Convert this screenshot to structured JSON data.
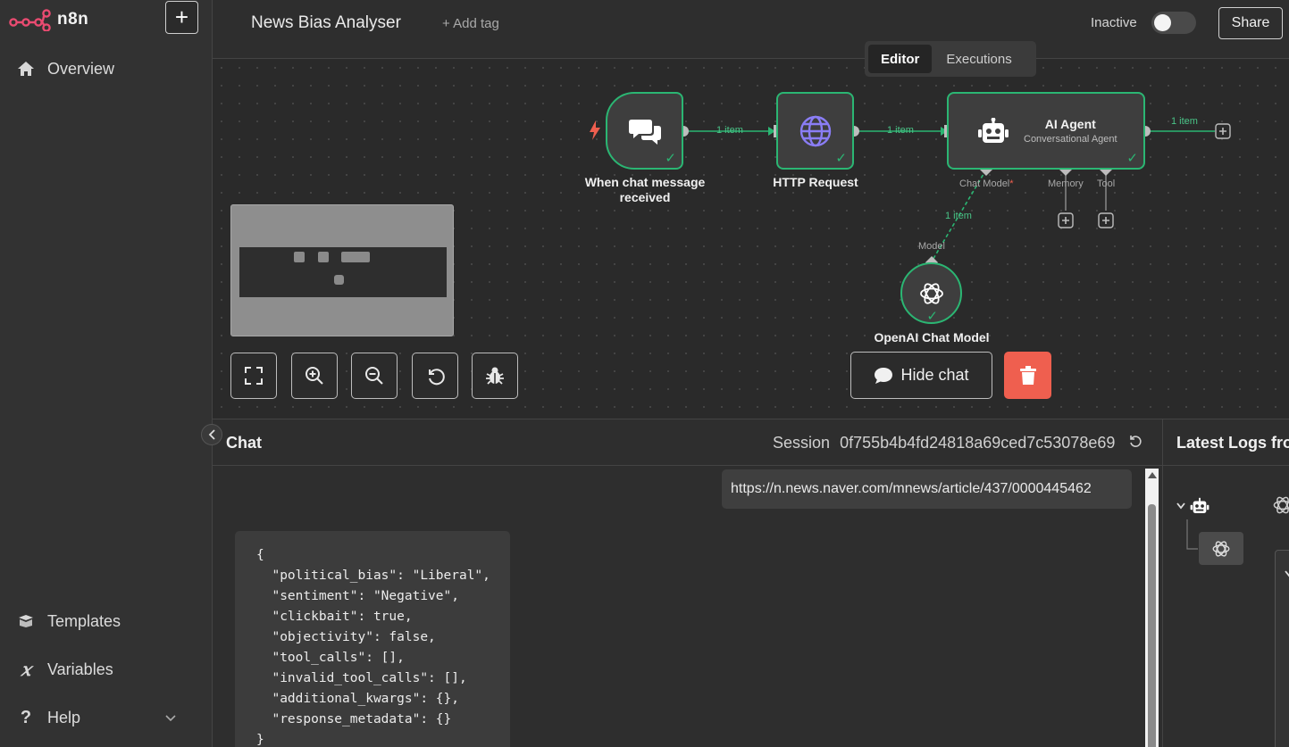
{
  "app": {
    "name": "n8n"
  },
  "sidebar": {
    "add_label": "+",
    "items": [
      {
        "label": "Overview"
      },
      {
        "label": "Templates"
      },
      {
        "label": "Variables"
      },
      {
        "label": "Help"
      }
    ]
  },
  "header": {
    "title": "News Bias Analyser",
    "add_tag": "+ Add tag",
    "status": "Inactive",
    "share": "Share",
    "tabs": [
      {
        "label": "Editor"
      },
      {
        "label": "Executions"
      }
    ]
  },
  "canvas": {
    "nodes": [
      {
        "label": "When chat message received"
      },
      {
        "label": "HTTP Request"
      },
      {
        "label": "AI Agent",
        "sublabel": "Conversational Agent"
      },
      {
        "label": "OpenAI Chat Model"
      }
    ],
    "connection_labels": [
      "1 item",
      "1 item",
      "1 item",
      "1 item"
    ],
    "handles": {
      "chat_model": "Chat Model",
      "required": "*",
      "memory": "Memory",
      "tool": "Tool",
      "model": "Model"
    },
    "hide_chat": "Hide chat"
  },
  "chat": {
    "title": "Chat",
    "session_label": "Session",
    "session_id": "0f755b4b4fd24818a69ced7c53078e69",
    "user_message": "https://n.news.naver.com/mnews/article/437/0000445462",
    "bot_message": "{\n  \"political_bias\": \"Liberal\",\n  \"sentiment\": \"Negative\",\n  \"clickbait\": true,\n  \"objectivity\": false,\n  \"tool_calls\": [],\n  \"invalid_tool_calls\": [],\n  \"additional_kwargs\": {},\n  \"response_metadata\": {}\n}"
  },
  "logs": {
    "title": "Latest Logs from"
  },
  "colors": {
    "success": "#2bb673",
    "danger": "#ef5f4f",
    "brand": "#ea4b71",
    "canvas": "#2a2a2a"
  }
}
